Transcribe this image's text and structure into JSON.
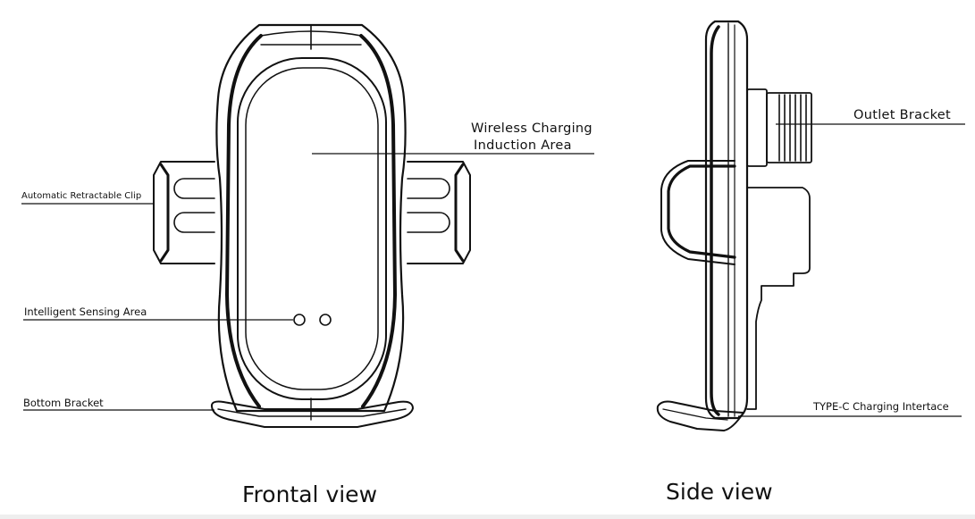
{
  "labels": {
    "wireless_line1": "Wireless Charging",
    "wireless_line2": "Induction Area",
    "auto_clip": "Automatic Retractable Clip",
    "sensing": "Intelligent Sensing Area",
    "bottom_bracket": "Bottom Bracket",
    "outlet_bracket": "Outlet Bracket",
    "typec": "TYPE-C Charging Intertace"
  },
  "views": {
    "front_title": "Frontal view",
    "side_title": "Side view"
  }
}
